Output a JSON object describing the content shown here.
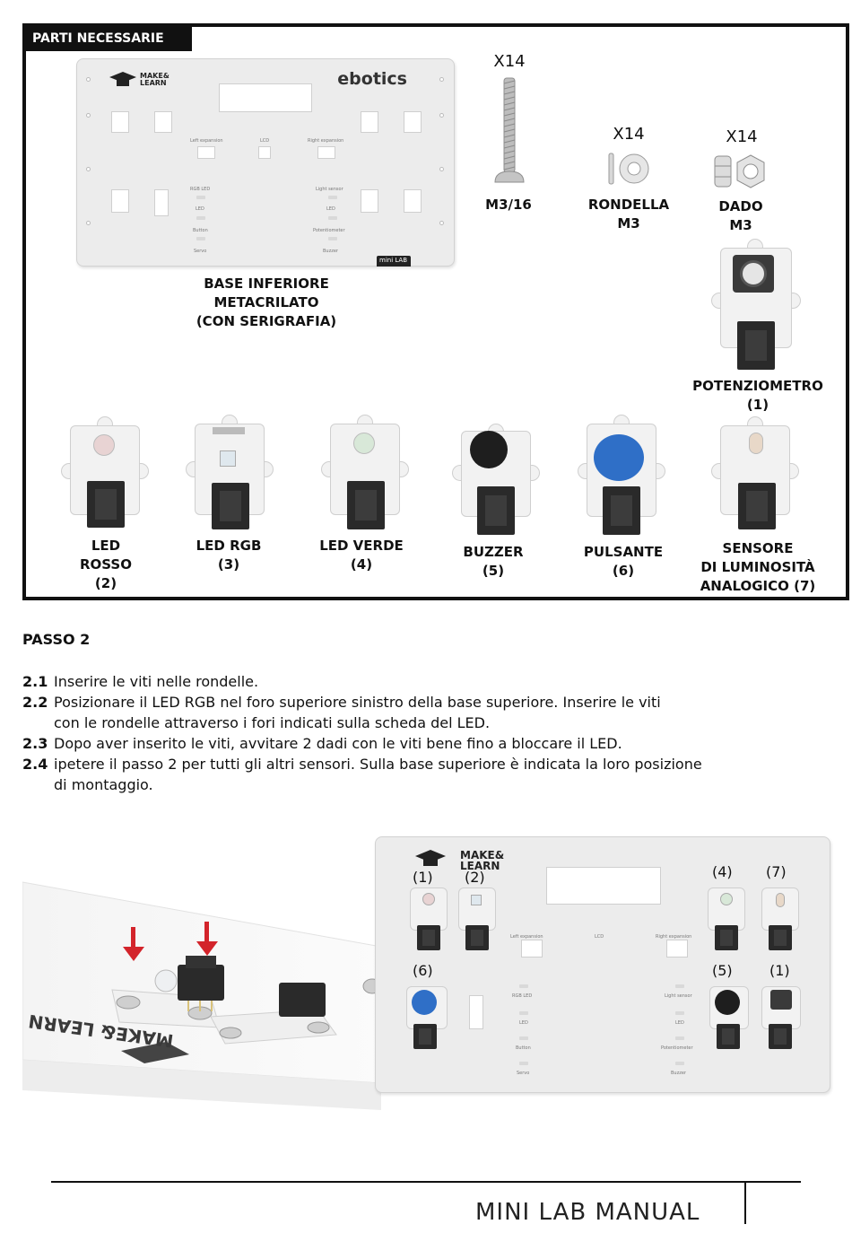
{
  "parts": {
    "header": "PARTI NECESSARIE",
    "base_plate": {
      "lines": [
        "BASE INFERIORE",
        "METACRILATO",
        "(CON SERIGRAFIA)"
      ],
      "logo_text": "MAKE& LEARN",
      "brand_text": "ebotics",
      "silk_labels": [
        "Left expansion",
        "LCD",
        "Right expansion",
        "RGB LED",
        "LED",
        "Button",
        "Servo",
        "Light sensor",
        "LED",
        "Potentiometer",
        "Buzzer"
      ],
      "corner_text": "mini LAB"
    },
    "screw": {
      "qty": "X14",
      "lines": [
        "M3/16"
      ]
    },
    "washer": {
      "qty": "X14",
      "lines": [
        "RONDELLA",
        "M3"
      ]
    },
    "nut": {
      "qty": "X14",
      "lines": [
        "DADO",
        "M3"
      ]
    },
    "potentiometer": {
      "lines": [
        "POTENZIOMETRO",
        "(1)"
      ]
    },
    "modules": [
      {
        "lines": [
          "LED",
          "ROSSO",
          "(2)"
        ]
      },
      {
        "lines": [
          "LED RGB",
          "(3)"
        ]
      },
      {
        "lines": [
          "LED VERDE",
          "(4)"
        ]
      },
      {
        "lines": [
          "BUZZER",
          "(5)"
        ]
      },
      {
        "lines": [
          "PULSANTE",
          "(6)"
        ]
      },
      {
        "lines": [
          "SENSORE",
          "DI LUMINOSITÀ",
          "ANALOGICO (7)"
        ]
      }
    ]
  },
  "step": {
    "title": "PASSO 2",
    "items": [
      {
        "num": "2.1",
        "text": "Inserire le viti nelle rondelle.",
        "cont": ""
      },
      {
        "num": "2.2",
        "text": "Posizionare il LED RGB nel foro superiore sinistro della base superiore. Inserire le viti",
        "cont": "con le rondelle attraverso i fori indicati sulla scheda del LED."
      },
      {
        "num": "2.3",
        "text": "Dopo aver inserito le viti, avvitare 2 dadi con le viti bene fino a bloccare il LED.",
        "cont": ""
      },
      {
        "num": "2.4",
        "text": "ipetere il passo 2 per tutti gli altri sensori. Sulla base superiore è indicata la loro posizione",
        "cont": "di montaggio."
      }
    ]
  },
  "assembly": {
    "left_photo_text": "MAKE& LEARN",
    "right_photo_logo": "MAKE& LEARN",
    "position_labels": [
      "(1)",
      "(2)",
      "(4)",
      "(7)",
      "(6)",
      "(5)",
      "(1)"
    ],
    "silk_labels": [
      "Left expansion",
      "LCD",
      "Right expansion",
      "RGB LED",
      "LED",
      "Button",
      "Servo",
      "Light sensor",
      "LED",
      "Potentiometer",
      "Buzzer"
    ]
  },
  "footer": {
    "title": "MINI LAB MANUAL"
  },
  "colors": {
    "arrow": "#d3242b",
    "button_blue": "#2f6fc7",
    "text": "#111111"
  }
}
